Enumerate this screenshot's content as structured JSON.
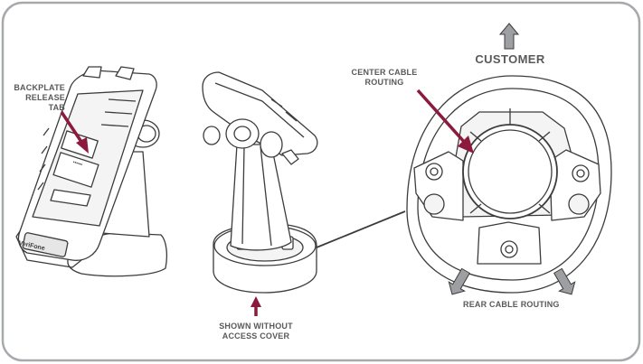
{
  "labels": {
    "backplate": [
      "BACKPLATE",
      "RELEASE",
      "TAB"
    ],
    "center_cable": [
      "CENTER CABLE",
      "ROUTING"
    ],
    "customer": "CUSTOMER",
    "shown_without": [
      "SHOWN WITHOUT",
      "ACCESS COVER"
    ],
    "rear_cable": "REAR CABLE ROUTING"
  },
  "device_brand_text": "VeriFone",
  "colors": {
    "frame": "#a7a9ac",
    "line": "#3c3c3c",
    "label": "#58595b",
    "pointer_arrow": "#8b1a3d",
    "direction_arrow": "#9d9fa2"
  }
}
